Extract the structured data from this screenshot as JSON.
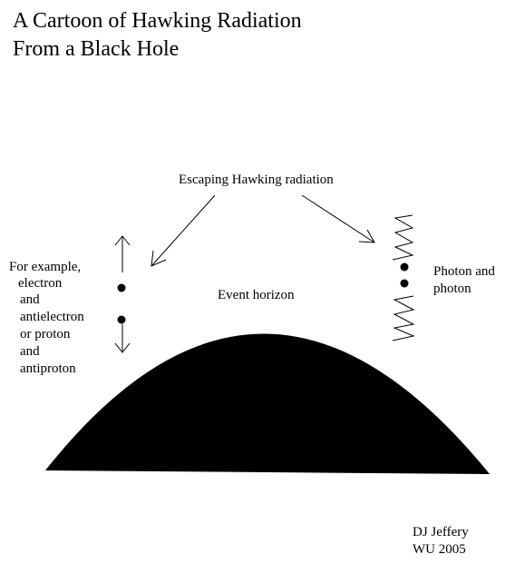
{
  "title": {
    "line1": "A Cartoon of Hawking Radiation",
    "line2": "From a Black Hole"
  },
  "labels": {
    "escaping": "Escaping Hawking radiation",
    "event_horizon": "Event horizon",
    "example_lines": [
      "For example,",
      "electron",
      "and",
      "antielectron",
      "or proton",
      "and",
      "antiproton"
    ],
    "photon_lines": [
      "Photon and",
      "photon"
    ]
  },
  "credit": {
    "name": "DJ Jeffery",
    "affiliation": "WU 2005"
  }
}
